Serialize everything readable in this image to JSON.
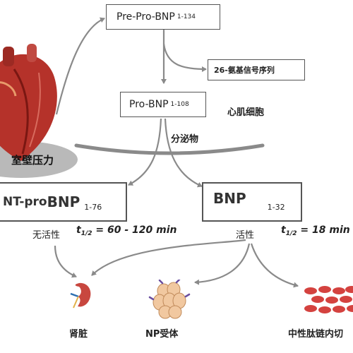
{
  "boxes": {
    "prepro": {
      "label": "Pre-Pro-BNP",
      "sub": "1-134"
    },
    "signal": {
      "label": "26-氨基信号序列"
    },
    "probnp": {
      "label": "Pro-BNP",
      "sub": "1-108"
    },
    "ntpro": {
      "label_a": "NT-pro ",
      "label_b": "BNP",
      "sub": "1-76"
    },
    "bnp": {
      "label": "BNP",
      "sub": "1-32"
    }
  },
  "labels": {
    "myocyte": "心肌细胞",
    "secretion": "分泌物",
    "wall_stress": "室壁压力",
    "inactive": "无活性",
    "active": "活性",
    "nt_halflife": {
      "t": "t",
      "sub": "1/2",
      "rest": " = 60 - 120 min"
    },
    "bnp_halflife": {
      "t": "t",
      "sub": "1/2",
      "rest": " = 18 min"
    }
  },
  "targets": {
    "kidney": "肾脏",
    "receptor": "NP受体",
    "neprilysin": "中性肽链内切"
  },
  "colors": {
    "arrow": "#8a8a8a",
    "box_border": "#555555",
    "heart": "#b5322a",
    "ellipse": "#b9b9b9",
    "kidney": "#c8473f",
    "receptor": "#f1c8a0",
    "neprilysin": "#d4423f"
  },
  "icons": {
    "heart": "heart-icon",
    "kidney": "kidney-icon",
    "receptor": "np-receptor-icon",
    "neprilysin": "neprilysin-icon"
  }
}
